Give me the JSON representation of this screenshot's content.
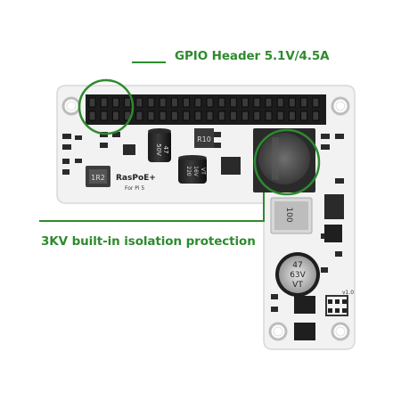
{
  "callouts": {
    "gpio_header": "GPIO Header 5.1V/4.5A",
    "isolation": "3KV built-in isolation protection"
  },
  "board": {
    "brand": "RasPoE+",
    "subtitle": "For Pi 5",
    "version": "v1.0"
  },
  "components": {
    "cap1_line1": "47",
    "cap1_line2": "50V",
    "cap2_line1": "220",
    "cap2_line2": "16V",
    "cap2_line3": "VT",
    "cap3_line1": "47",
    "cap3_line2": "63V",
    "cap3_line3": "VT",
    "resistor": "R10",
    "inductor_small": "1R2",
    "inductor_large": "100"
  },
  "colors": {
    "accent_green": "#2e8b2e",
    "pcb": "#f2f2f2",
    "header_pins": "#222222"
  }
}
